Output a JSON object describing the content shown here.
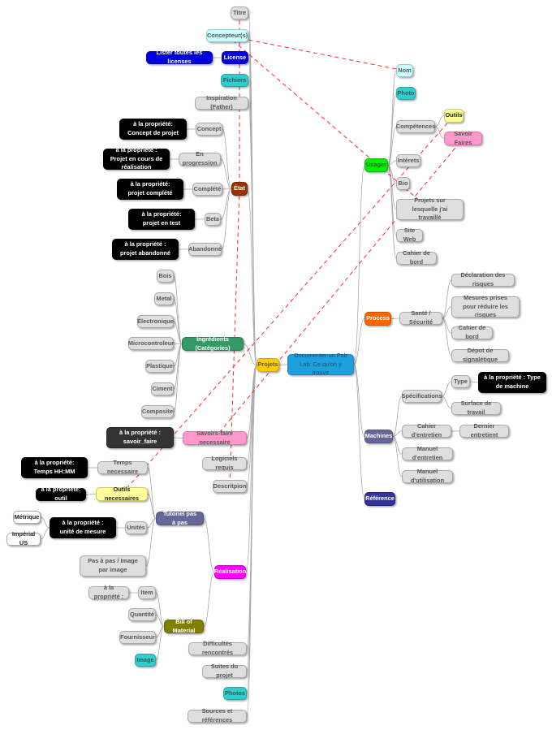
{
  "colors": {
    "root": "#1ea0dc",
    "projets": "#ffcc00",
    "usager": "#00ee00",
    "process": "#ff6600",
    "machines": "#666699",
    "reference": "#333399",
    "concepteur": "#ccffff",
    "license": "#0000dd",
    "teal": "#33cccc",
    "etat": "#993300",
    "ingredients": "#339966",
    "pink": "#ff99cc",
    "yellow": "#ffff99",
    "tutoriel": "#666699",
    "realisation": "#ff00ff",
    "bom": "#808000",
    "link_dashed": "#ff0000",
    "edge": "#aaaaaa"
  },
  "nodes": {
    "root": "Documenter un Fab Lab: Ce qu'on y trouve",
    "projets": "Projets",
    "titre": "Titre",
    "concepteurs": "Concepteur(s)",
    "license": "License",
    "lister_licenses": "Lister toutes les licenses",
    "fichiers": "Fichiers",
    "inspiration": "Inspiration (Father)",
    "etat": "État",
    "concept": "Concept",
    "concept_prop": "à la propriété: Concept de projet",
    "en_progression": "En progression",
    "en_progression_prop": "à la propriété : Projet en cours de réalisation",
    "complete": "Complété",
    "complete_prop": "à la propriété: projet complété",
    "beta": "Beta",
    "beta_prop": "à la propriété: projet en test",
    "abandonne": "Abandonné",
    "abandonne_prop": "à la propriété : projet abandonné",
    "ingredients": "Ingrédients (Catégories)",
    "bois": "Bois",
    "metal": "Metal",
    "electronique": "Électronique",
    "microcontroleur": "Microcontroleur",
    "plastique": "Plastique",
    "ciment": "Ciment",
    "composite": "Composite",
    "savoirs_faire": "Savoirs-faire necessaire",
    "savoirs_faire_prop": "à la propriété : savoir_faire",
    "logiciels": "Logiciels requis",
    "description": "Descritpion",
    "tutoriel": "Tutoriel pas à pas",
    "temps": "Temps necessaire",
    "temps_prop": "à la propriété: Temps HH:MM",
    "outils_necessaires": "Outils necessaires",
    "outils_prop": "à la propriété: outil",
    "unites": "Unités",
    "unites_prop": "à la propriété : unité de mesure",
    "metrique": "Métrique",
    "imperial": "Impérial US",
    "pas_a_pas": "Pas à pas / Image par image",
    "realisation": "Réalisation",
    "bom": "Bill of Material",
    "item": "Item",
    "item_prop": "à la propriété :",
    "quantite": "Quantité",
    "fournisseur": "Fournisseur",
    "image": "Image",
    "difficultes": "Difficultés rencontrés",
    "suites": "Suites du projet",
    "photos": "Photos",
    "sources": "Sources et références",
    "usager": "Usager",
    "nom": "Nom",
    "photo": "Photo",
    "competences": "Compétences",
    "outils": "Outils",
    "savoir_faires": "Savoir Faires",
    "interets": "Intérets",
    "bio": "Bio",
    "projets_travaille": "Projets sur lesquelle j'ai travaillé",
    "site_web": "Site Web",
    "cahier_bord_u": "Cahier de bord",
    "process": "Process",
    "sante": "Santé / Sécurité",
    "declaration": "Déclaration des risques",
    "mesures": "Mesures prises pour réduire les risques",
    "cahier_bord_p": "Cahier de bord",
    "depot": "Dépot de signalétique",
    "machines": "Machines",
    "specifications": "Spécifications",
    "type": "Type",
    "type_prop": "à la propriété : Type de machine",
    "surface": "Surface de travail",
    "cahier_entretien": "Cahier d'entretien",
    "dernier_entretien": "Dernier entretient",
    "manuel_entretien": "Manuel d'entretien",
    "manuel_utilisation": "Manuel d'utilisation",
    "reference": "Référence"
  }
}
